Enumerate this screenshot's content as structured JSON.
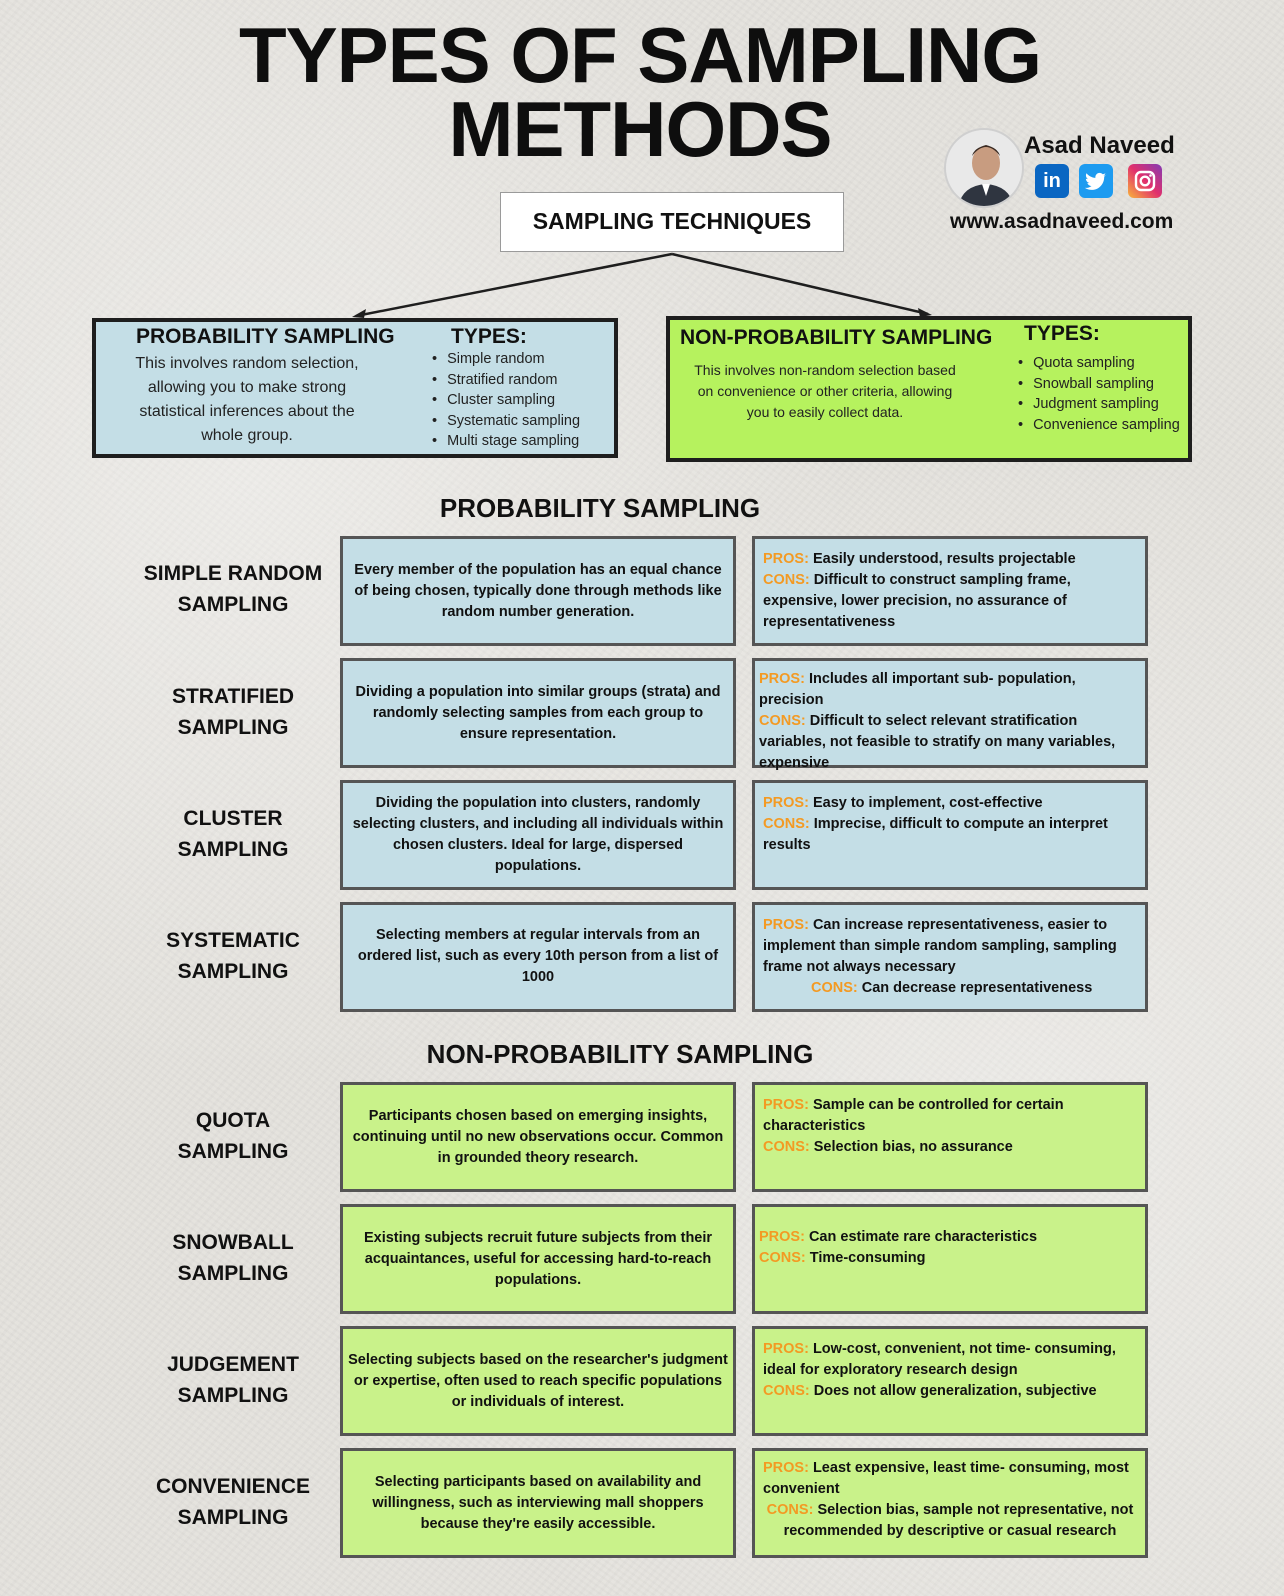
{
  "title": {
    "line1": "TYPES OF SAMPLING",
    "line2": "METHODS"
  },
  "author": {
    "name": "Asad Naveed",
    "website": "www.asadnaveed.com",
    "icons": [
      "linkedin-icon",
      "twitter-icon",
      "instagram-icon"
    ]
  },
  "root": "SAMPLING TECHNIQUES",
  "categories": {
    "probability": {
      "title": "PROBABILITY SAMPLING",
      "description": "This involves random selection, allowing you to make strong statistical inferences about the whole group.",
      "types_heading": "TYPES:",
      "types": [
        "Simple random",
        "Stratified random",
        "Cluster sampling",
        "Systematic sampling",
        "Multi stage sampling"
      ]
    },
    "nonprobability": {
      "title": "NON-PROBABILITY SAMPLING",
      "description": "This involves non-random selection based on convenience or other criteria, allowing you to easily collect data.",
      "types_heading": "TYPES:",
      "types": [
        "Quota sampling",
        "Snowball sampling",
        "Judgment sampling",
        "Convenience sampling"
      ]
    }
  },
  "labels": {
    "pros": "PROS:",
    "cons": "CONS:"
  },
  "colors": {
    "probability": "#c4dee6",
    "nonprobability": "#b6f25e",
    "nonprobability_card": "#c9f28a",
    "pros_cons_tag": "#f39a23"
  },
  "probability_section": {
    "heading": "PROBABILITY SAMPLING",
    "rows": [
      {
        "name_line1": "SIMPLE RANDOM",
        "name_line2": "SAMPLING",
        "description": "Every member of the population has an equal chance of being chosen, typically done through methods like random number generation.",
        "pros": "Easily understood, results projectable",
        "cons": "Difficult to construct sampling frame, expensive, lower precision, no assurance of representativeness"
      },
      {
        "name_line1": "STRATIFIED",
        "name_line2": "SAMPLING",
        "description": "Dividing a population into similar groups (strata) and randomly selecting samples from each group to ensure representation.",
        "pros": "Includes all important sub- population, precision",
        "cons": "Difficult to select relevant stratification variables, not feasible to stratify on many variables, expensive"
      },
      {
        "name_line1": "CLUSTER",
        "name_line2": "SAMPLING",
        "description": "Dividing the population into clusters, randomly selecting clusters, and including all individuals within chosen clusters. Ideal for large, dispersed populations.",
        "pros": "Easy to implement, cost-effective",
        "cons": "Imprecise, difficult to compute an interpret results"
      },
      {
        "name_line1": "SYSTEMATIC",
        "name_line2": "SAMPLING",
        "description": "Selecting members at regular intervals from an ordered list, such as every 10th person from a list of 1000",
        "pros": "Can increase representativeness, easier to implement than simple random sampling, sampling frame not always necessary",
        "cons": "Can decrease representativeness"
      }
    ]
  },
  "nonprobability_section": {
    "heading": "NON-PROBABILITY SAMPLING",
    "rows": [
      {
        "name_line1": "QUOTA",
        "name_line2": "SAMPLING",
        "description": "Participants chosen based on emerging insights, continuing until no new observations occur. Common in grounded theory research.",
        "pros": "Sample can be controlled for certain characteristics",
        "cons": "Selection bias, no assurance"
      },
      {
        "name_line1": "SNOWBALL",
        "name_line2": "SAMPLING",
        "description": "Existing subjects recruit future subjects from their acquaintances, useful for accessing hard-to-reach populations.",
        "pros": "Can estimate rare characteristics",
        "cons": "Time-consuming"
      },
      {
        "name_line1": "JUDGEMENT",
        "name_line2": "SAMPLING",
        "description": "Selecting subjects based on the researcher's judgment or expertise, often used to reach specific populations or individuals of interest.",
        "pros": "Low-cost, convenient, not time- consuming, ideal for exploratory research design",
        "cons": "Does not allow generalization, subjective"
      },
      {
        "name_line1": "CONVENIENCE",
        "name_line2": "SAMPLING",
        "description": "Selecting participants based on availability and willingness, such as interviewing mall shoppers because they're easily accessible.",
        "pros": "Least expensive, least time- consuming, most convenient",
        "cons": "Selection bias, sample not representative, not recommended by descriptive or casual research"
      }
    ]
  }
}
